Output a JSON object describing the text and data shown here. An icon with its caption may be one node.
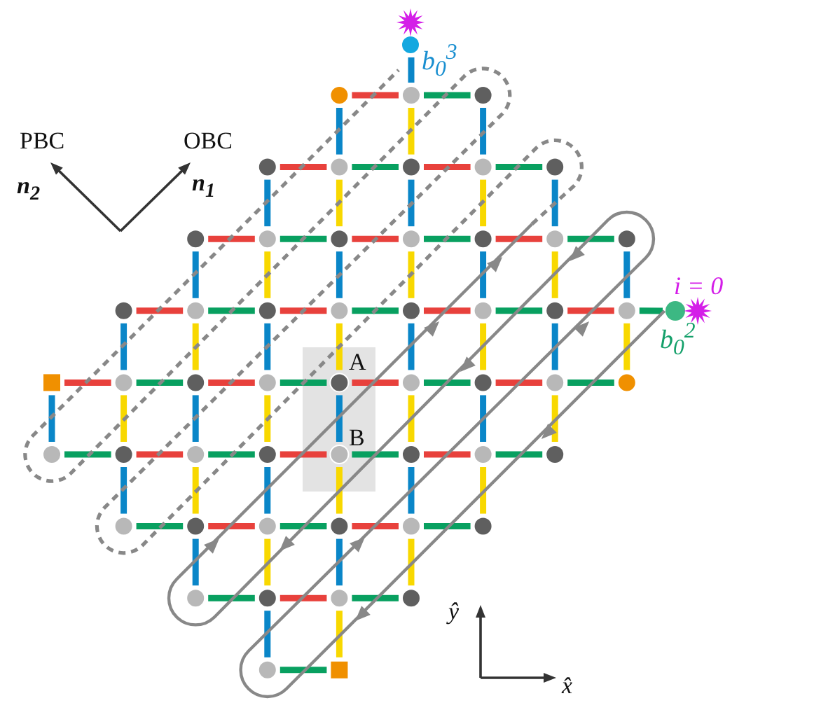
{
  "diagram": {
    "labels": [
      "PBC",
      "OBC",
      "n$_{2}$",
      "n$_{1}$",
      "A",
      "B",
      "b$_{0}$$^{3}$",
      "i = 0",
      "b$_{0}$$^{2}$",
      "ŷ",
      "x̂"
    ]
  }
}
